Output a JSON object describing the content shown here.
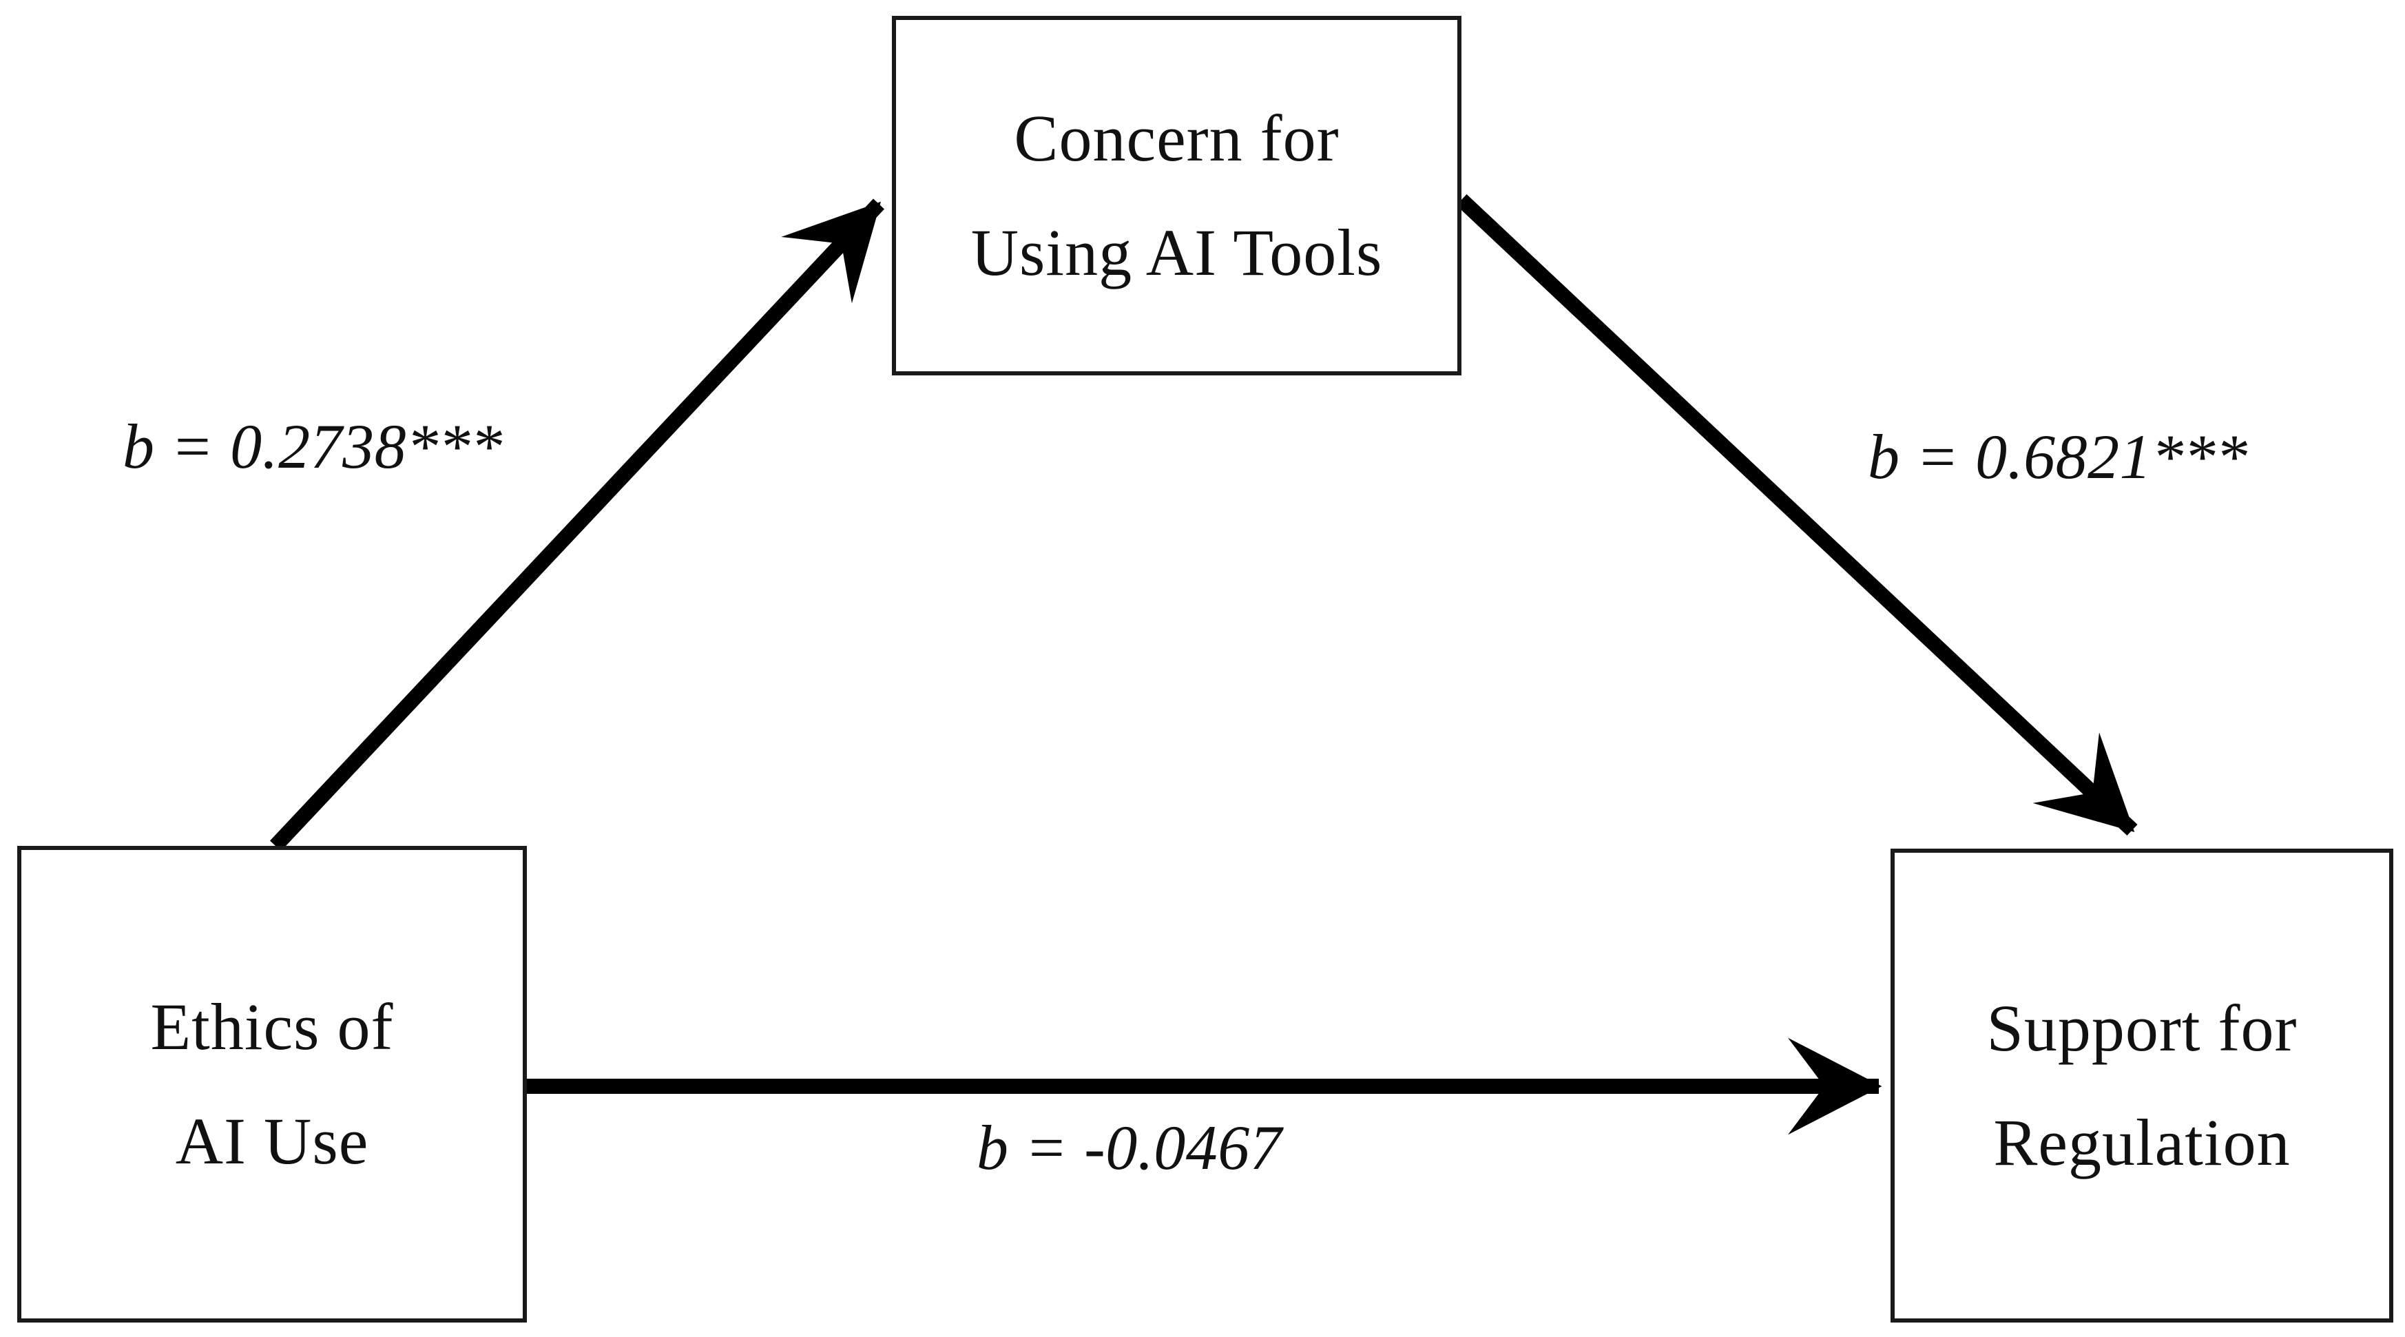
{
  "figure": {
    "type": "mediation-path-diagram",
    "background_color": "#ffffff",
    "line_color": "#000000"
  },
  "nodes": {
    "mediator": {
      "id": "concern-for-using-ai-tools",
      "line1": "Concern for",
      "line2": "Using AI Tools"
    },
    "predictor": {
      "id": "ethics-of-ai-use",
      "line1": "Ethics of",
      "line2": "AI Use"
    },
    "outcome": {
      "id": "support-for-regulation",
      "line1": "Support for",
      "line2": "Regulation"
    }
  },
  "paths": {
    "a": {
      "from": "ethics-of-ai-use",
      "to": "concern-for-using-ai-tools",
      "label": "b = 0.2738***",
      "coefficient": 0.2738,
      "significance": "***"
    },
    "b": {
      "from": "concern-for-using-ai-tools",
      "to": "support-for-regulation",
      "label": "b = 0.6821***",
      "coefficient": 0.6821,
      "significance": "***"
    },
    "c": {
      "from": "ethics-of-ai-use",
      "to": "support-for-regulation",
      "label": "b = -0.0467",
      "coefficient": -0.0467,
      "significance": ""
    }
  },
  "chart_data": {
    "type": "diagram",
    "title": "",
    "categories": [
      "a-path",
      "b-path",
      "c-prime-path"
    ],
    "values": [
      0.2738,
      0.6821,
      -0.0467
    ],
    "series": [
      {
        "name": "path coefficients (b)",
        "values": [
          0.2738,
          0.6821,
          -0.0467
        ]
      }
    ],
    "annotations": [
      "b = 0.2738***",
      "b = 0.6821***",
      "b = -0.0467"
    ],
    "xlabel": "",
    "ylabel": ""
  }
}
